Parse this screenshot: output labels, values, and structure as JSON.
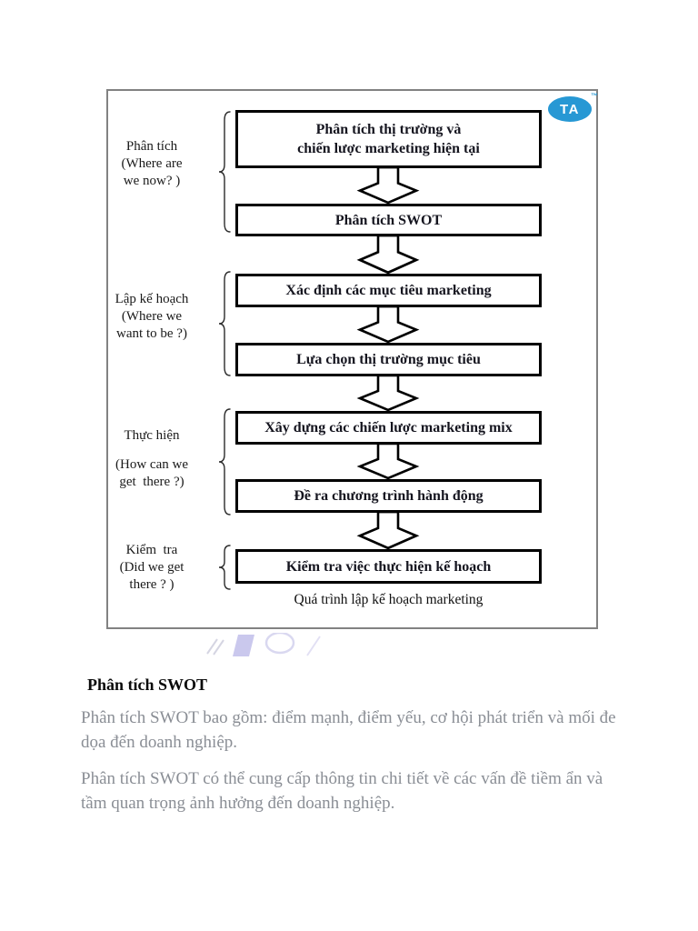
{
  "logo": {
    "text": "TA",
    "tm": "™",
    "color": "#2798d4"
  },
  "diagram": {
    "caption": "Quá trình lập kế hoạch marketing",
    "stages": [
      {
        "lines": [
          "Phân tích",
          "(Where are",
          "we now? )"
        ]
      },
      {
        "lines": [
          "Lập kế hoạch",
          "(Where we",
          "want to be ?)"
        ]
      },
      {
        "lines": [
          "Thực hiện",
          "(How can we",
          "get  there ?)"
        ]
      },
      {
        "lines": [
          "Kiểm  tra",
          "(Did we get",
          "there ? )"
        ]
      }
    ],
    "boxes": [
      {
        "lines": [
          "Phân tích thị trường và",
          "chiến lược marketing hiện tại"
        ]
      },
      {
        "lines": [
          "Phân tích SWOT"
        ]
      },
      {
        "lines": [
          "Xác định các mục tiêu marketing"
        ]
      },
      {
        "lines": [
          "Lựa chọn thị  trường mục tiêu"
        ]
      },
      {
        "lines": [
          "Xây dựng các chiến lược marketing mix"
        ]
      },
      {
        "lines": [
          "Đề ra chương trình hành động"
        ]
      },
      {
        "lines": [
          "Kiểm tra việc thực hiện kế hoạch"
        ]
      }
    ]
  },
  "body": {
    "heading": "Phân tích SWOT",
    "p1_lines": [
      "Phân tích SWOT bao gồm: điểm mạnh, điểm yếu, cơ hội phát triển và mối đe",
      "dọa đến doanh nghiệp."
    ],
    "p2_lines": [
      "Phân tích SWOT có thể cung cấp thông tin chi tiết về các vấn đề tiềm ẩn và",
      "tầm quan trọng ảnh hưởng đến doanh nghiệp."
    ]
  },
  "colors": {
    "logo_blue": "#2798d4",
    "box_border": "#000000",
    "frame_border": "#828282",
    "body_text_gray": "#8a8e95",
    "watermark_purple": "#b2aee5"
  }
}
